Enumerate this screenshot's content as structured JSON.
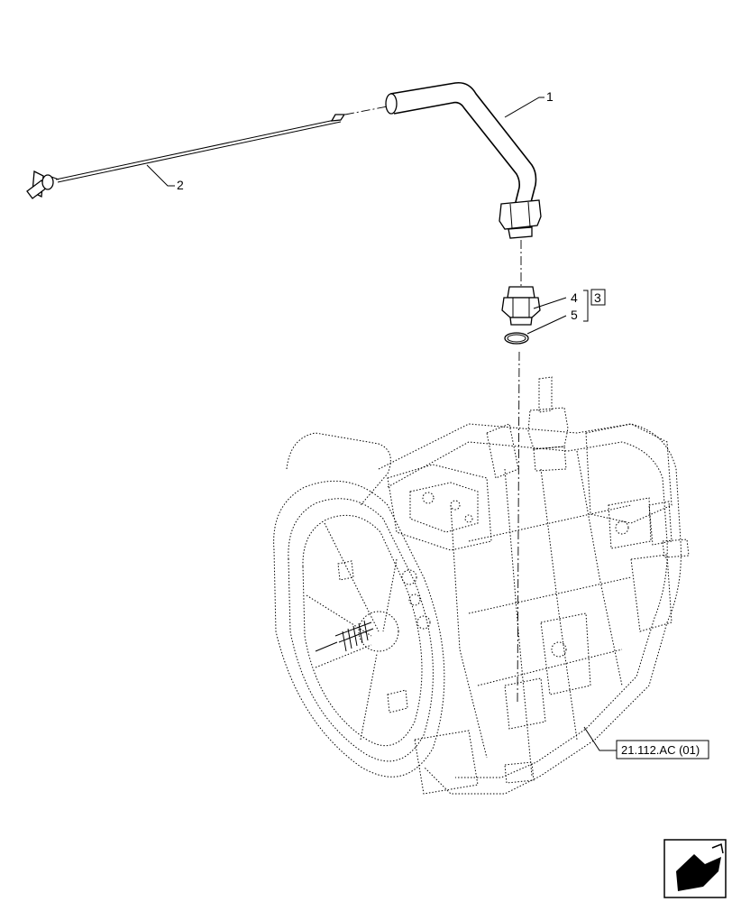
{
  "callouts": {
    "item1": "1",
    "item2": "2",
    "item4": "4",
    "item5": "5",
    "kit": "3"
  },
  "reference": "21.112.AC (01)",
  "icons": {
    "nav": "arrow-back-icon"
  }
}
